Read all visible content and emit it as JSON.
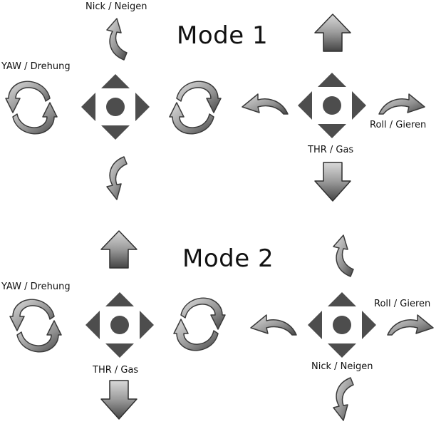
{
  "colors": {
    "fill_light": "#b8b8b8",
    "fill_dark": "#4a4a4a",
    "stroke": "#3a3a3a",
    "pad": "#4d4d4d"
  },
  "mode1": {
    "title": "Mode 1",
    "label_nick": "Nick / Neigen",
    "label_yaw": "YAW / Drehung",
    "label_thr": "THR / Gas",
    "label_roll": "Roll / Gieren"
  },
  "mode2": {
    "title": "Mode 2",
    "label_yaw": "YAW / Drehung",
    "label_thr": "THR / Gas",
    "label_roll": "Roll / Gieren",
    "label_nick": "Nick / Neigen"
  }
}
